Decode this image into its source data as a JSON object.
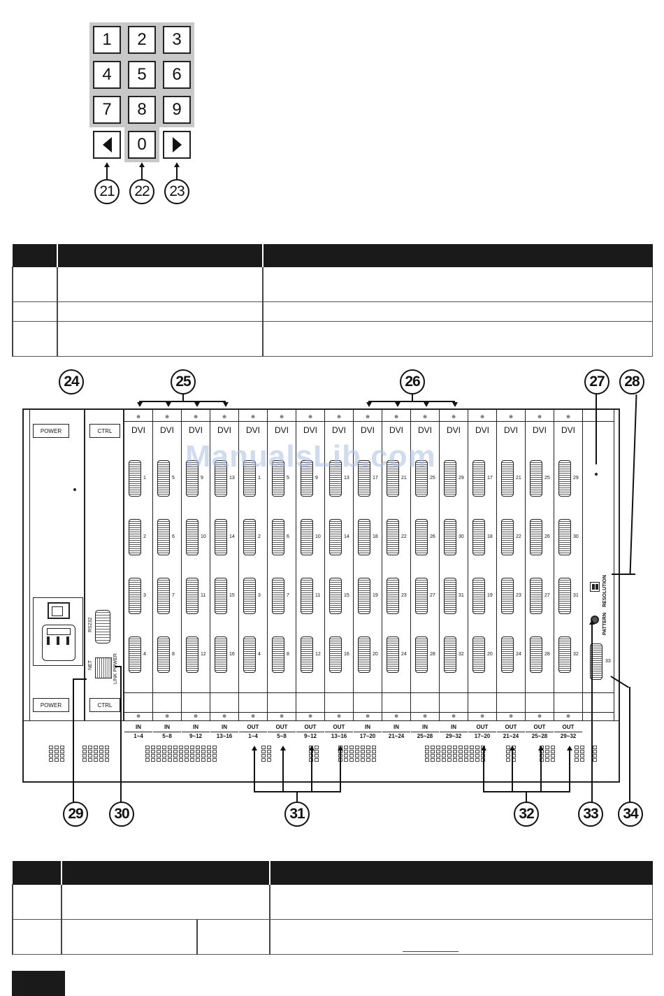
{
  "keypad": {
    "keys": [
      "1",
      "2",
      "3",
      "4",
      "5",
      "6",
      "7",
      "8",
      "9",
      "0"
    ],
    "left_icon": "triangle-left-icon",
    "right_icon": "triangle-right-icon",
    "callouts": [
      "21",
      "22",
      "23"
    ]
  },
  "rear_panel": {
    "callouts": [
      "24",
      "25",
      "26",
      "27",
      "28",
      "29",
      "30",
      "31",
      "32",
      "33",
      "34"
    ],
    "power_label": "POWER",
    "ctrl_label": "CTRL",
    "rs232_label": "RS232",
    "net_label": "NET",
    "link_power_label": "LINK  POWER",
    "resolution_label": "RESOLUTION",
    "pattern_label": "PATTERN",
    "dip_label": "1 2",
    "card_label": "DVI",
    "cards": [
      {
        "dir": "IN",
        "range": "1~4",
        "ports": [
          "1",
          "2",
          "3",
          "4"
        ]
      },
      {
        "dir": "IN",
        "range": "5~8",
        "ports": [
          "5",
          "6",
          "7",
          "8"
        ]
      },
      {
        "dir": "IN",
        "range": "9~12",
        "ports": [
          "9",
          "10",
          "11",
          "12"
        ]
      },
      {
        "dir": "IN",
        "range": "13~16",
        "ports": [
          "13",
          "14",
          "15",
          "16"
        ]
      },
      {
        "dir": "OUT",
        "range": "1~4",
        "ports": [
          "1",
          "2",
          "3",
          "4"
        ]
      },
      {
        "dir": "OUT",
        "range": "5~8",
        "ports": [
          "5",
          "6",
          "7",
          "8"
        ]
      },
      {
        "dir": "OUT",
        "range": "9~12",
        "ports": [
          "9",
          "10",
          "11",
          "12"
        ]
      },
      {
        "dir": "OUT",
        "range": "13~16",
        "ports": [
          "13",
          "14",
          "15",
          "16"
        ]
      },
      {
        "dir": "IN",
        "range": "17~20",
        "ports": [
          "17",
          "18",
          "19",
          "20"
        ]
      },
      {
        "dir": "IN",
        "range": "21~24",
        "ports": [
          "21",
          "22",
          "23",
          "24"
        ]
      },
      {
        "dir": "IN",
        "range": "25~28",
        "ports": [
          "25",
          "26",
          "27",
          "28"
        ]
      },
      {
        "dir": "IN",
        "range": "29~32",
        "ports": [
          "29",
          "30",
          "31",
          "32"
        ]
      },
      {
        "dir": "OUT",
        "range": "17~20",
        "ports": [
          "17",
          "18",
          "19",
          "20"
        ]
      },
      {
        "dir": "OUT",
        "range": "21~24",
        "ports": [
          "21",
          "22",
          "23",
          "24"
        ]
      },
      {
        "dir": "OUT",
        "range": "25~28",
        "ports": [
          "25",
          "26",
          "27",
          "28"
        ]
      },
      {
        "dir": "OUT",
        "range": "29~32",
        "ports": [
          "29",
          "30",
          "31",
          "32"
        ]
      }
    ],
    "pattern_port": "33"
  },
  "watermark": "ManualsLib.com"
}
